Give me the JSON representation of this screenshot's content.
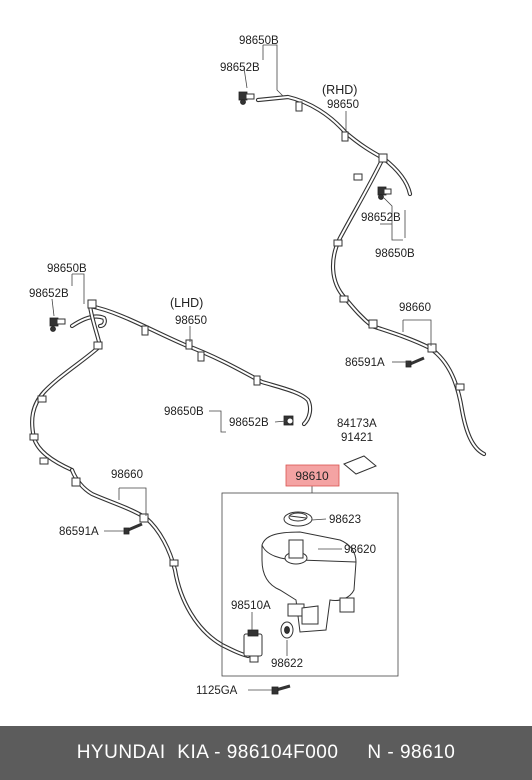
{
  "labels": {
    "p98650B_top": "98650B",
    "p98652B_top": "98652B",
    "rhd": "(RHD)",
    "p98650_rhd": "98650",
    "p98652B_rhd": "98652B",
    "p98650B_rhd": "98650B",
    "p98660_rhd": "98660",
    "p86591A_rhd": "86591A",
    "p98650B_lhd": "98650B",
    "p98652B_lhd": "98652B",
    "lhd": "(LHD)",
    "p98650_lhd": "98650",
    "p98650B_lhd_bottom": "98650B",
    "p98652B_lhd_bottom": "98652B",
    "p84173A": "84173A",
    "p91421": "91421",
    "p98610": "98610",
    "p98623": "98623",
    "p98620": "98620",
    "p98510A": "98510A",
    "p98622": "98622",
    "p98660_lhd": "98660",
    "p86591A_lhd": "86591A",
    "p1125GA": "1125GA"
  },
  "footer": {
    "text": "HYUNDAI  KIA - 986104F000     N - 98610"
  },
  "colors": {
    "highlight_fill": "#f4a3a3",
    "highlight_border": "#d9534f",
    "footer_bg": "#5c5c5c"
  }
}
